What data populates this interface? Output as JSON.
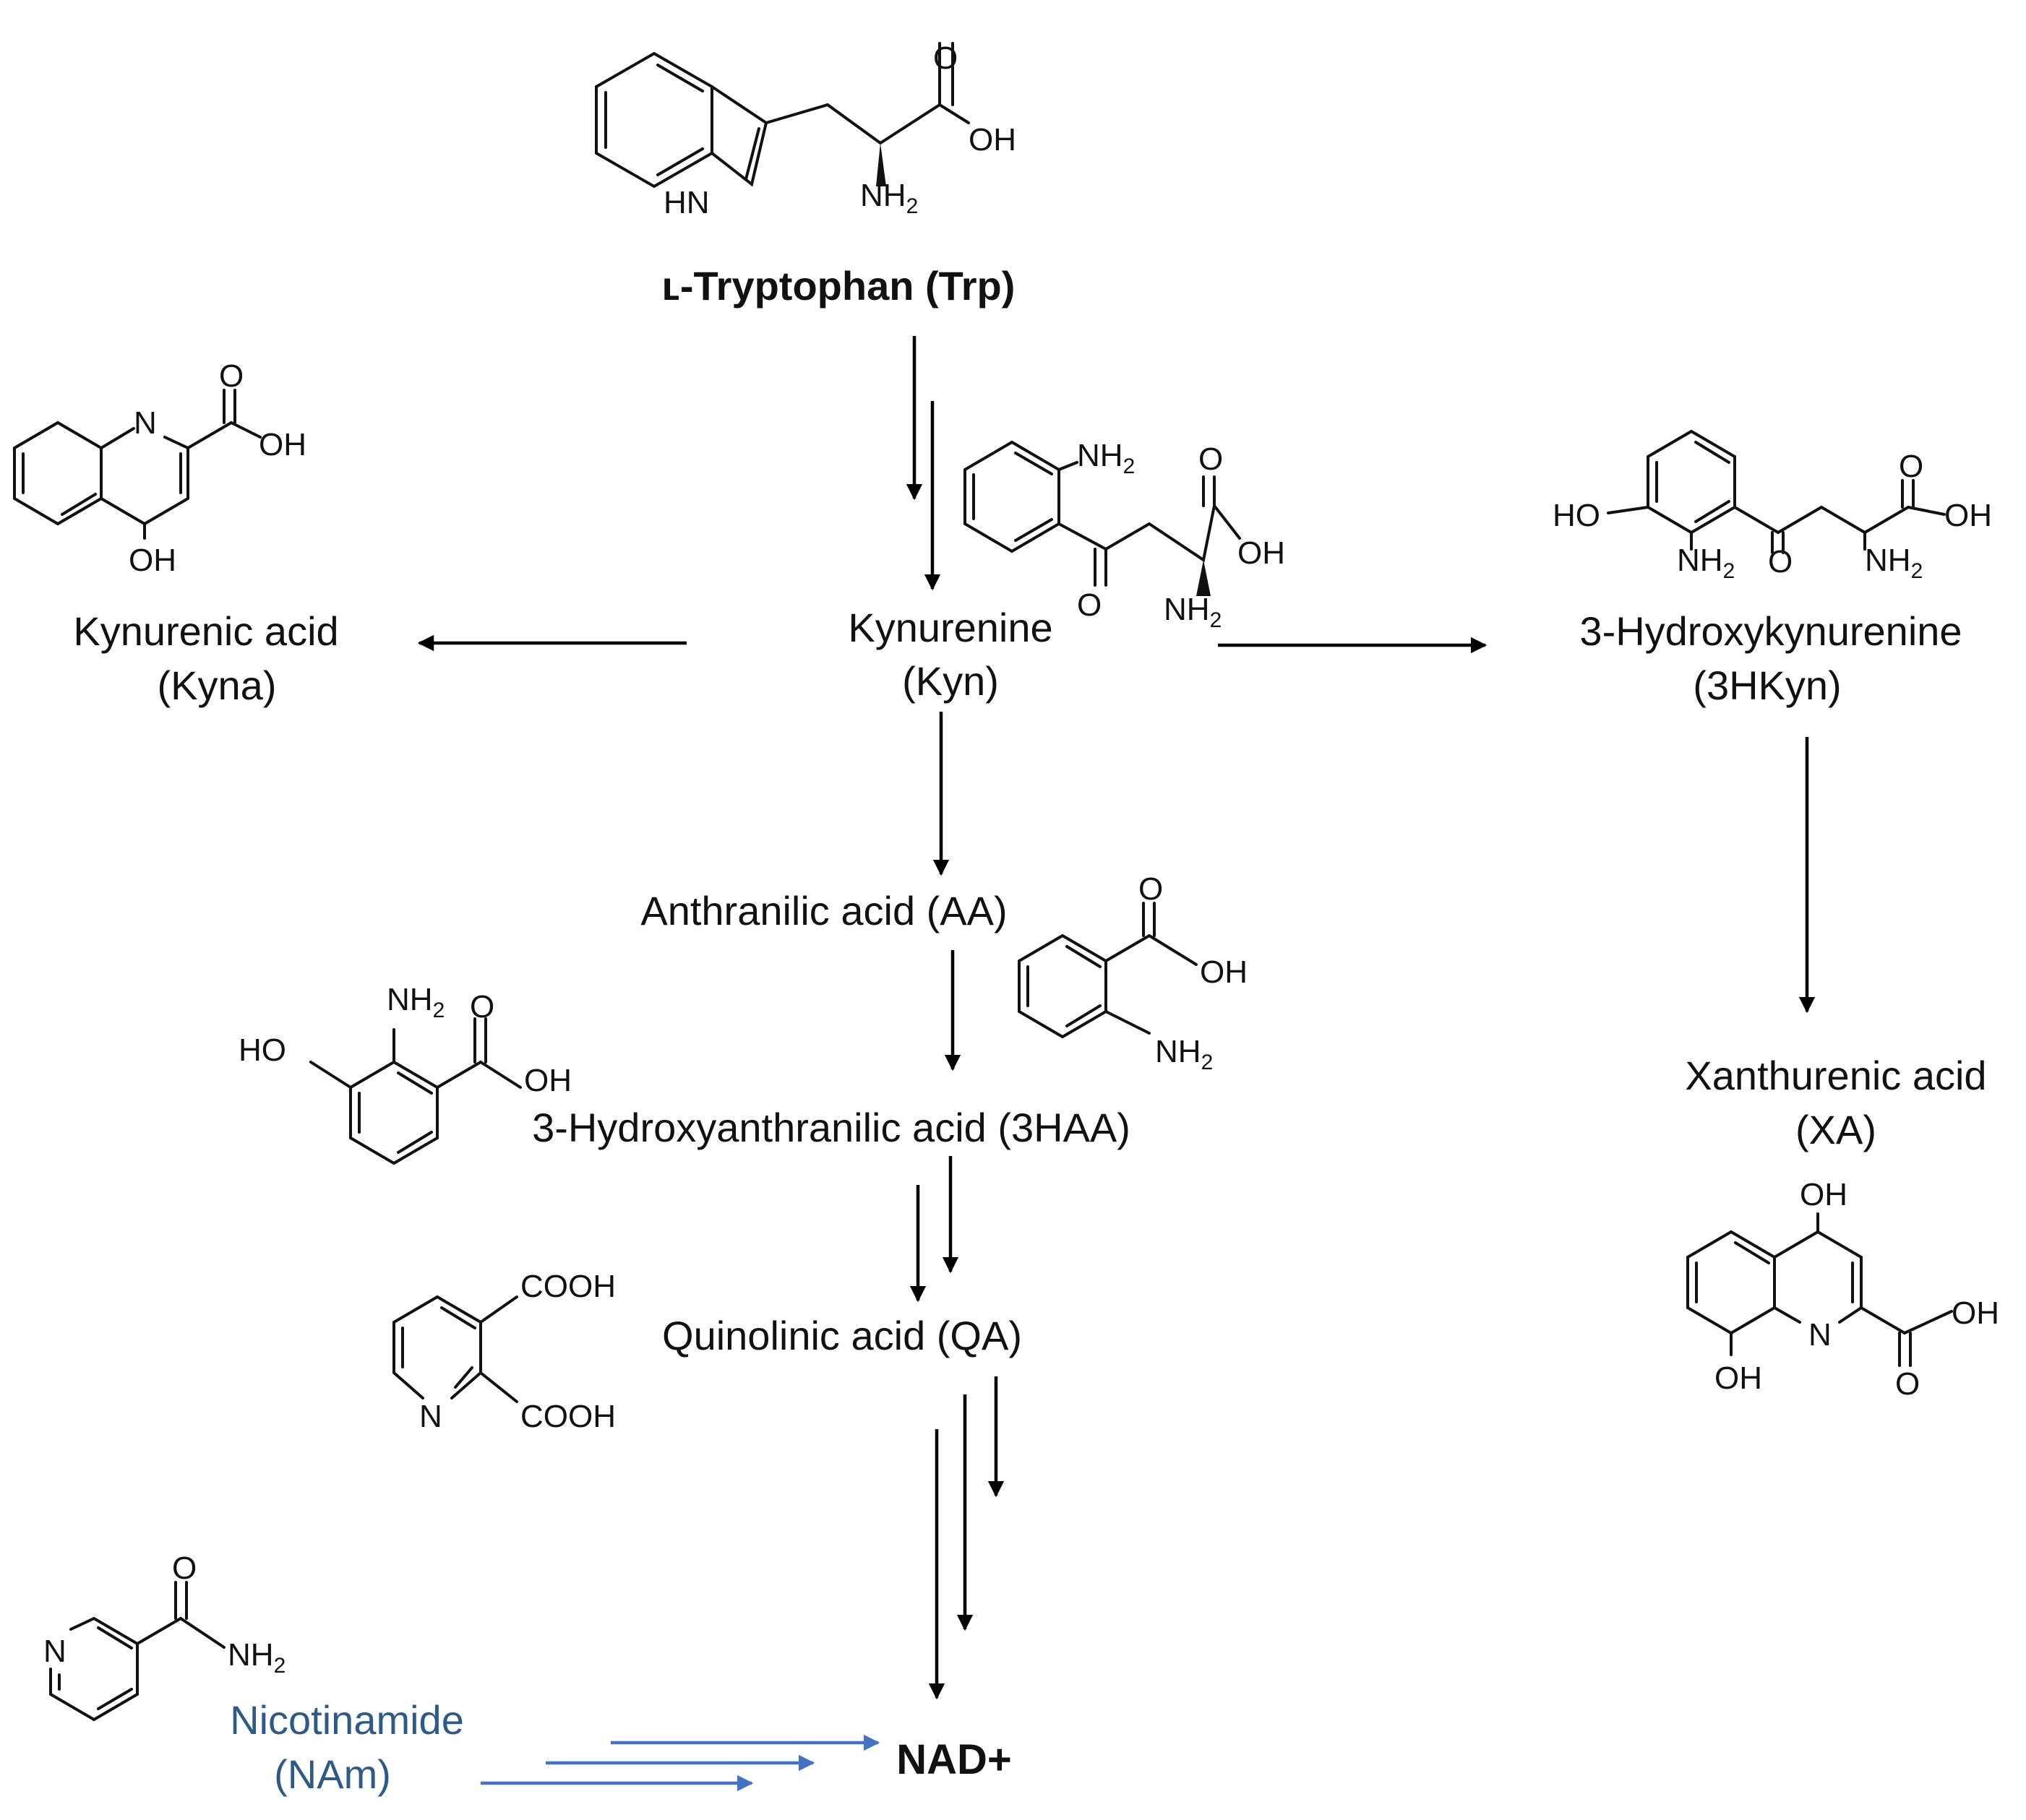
{
  "colors": {
    "text": "#111111",
    "arrow": "#000000",
    "nicotinamide": "#2e5a8a",
    "nicotinamide_arrow": "#4472c4"
  },
  "compounds": {
    "trp": {
      "name": "ʟ-Tryptophan (Trp)"
    },
    "kyn": {
      "name": "Kynurenine",
      "abbr": "(Kyn)"
    },
    "kyna": {
      "name": "Kynurenic acid",
      "abbr": "(Kyna)"
    },
    "hkyn": {
      "name": "3-Hydroxykynurenine",
      "abbr": "(3HKyn)"
    },
    "aa": {
      "name": "Anthranilic acid (AA)"
    },
    "haa": {
      "name": "3-Hydroxyanthranilic acid (3HAA)"
    },
    "qa": {
      "name": "Quinolinic acid (QA)"
    },
    "xa": {
      "name": "Xanthurenic acid",
      "abbr": "(XA)"
    },
    "nam": {
      "name": "Nicotinamide",
      "abbr": "(NAm)"
    },
    "nad": {
      "name": "NAD+"
    }
  },
  "atoms": {
    "o": "O",
    "oh": "OH",
    "ho": "HO",
    "n": "N",
    "hn": "HN",
    "nh2_n": "NH",
    "nh2_sub": "2",
    "cooh": "COOH"
  }
}
